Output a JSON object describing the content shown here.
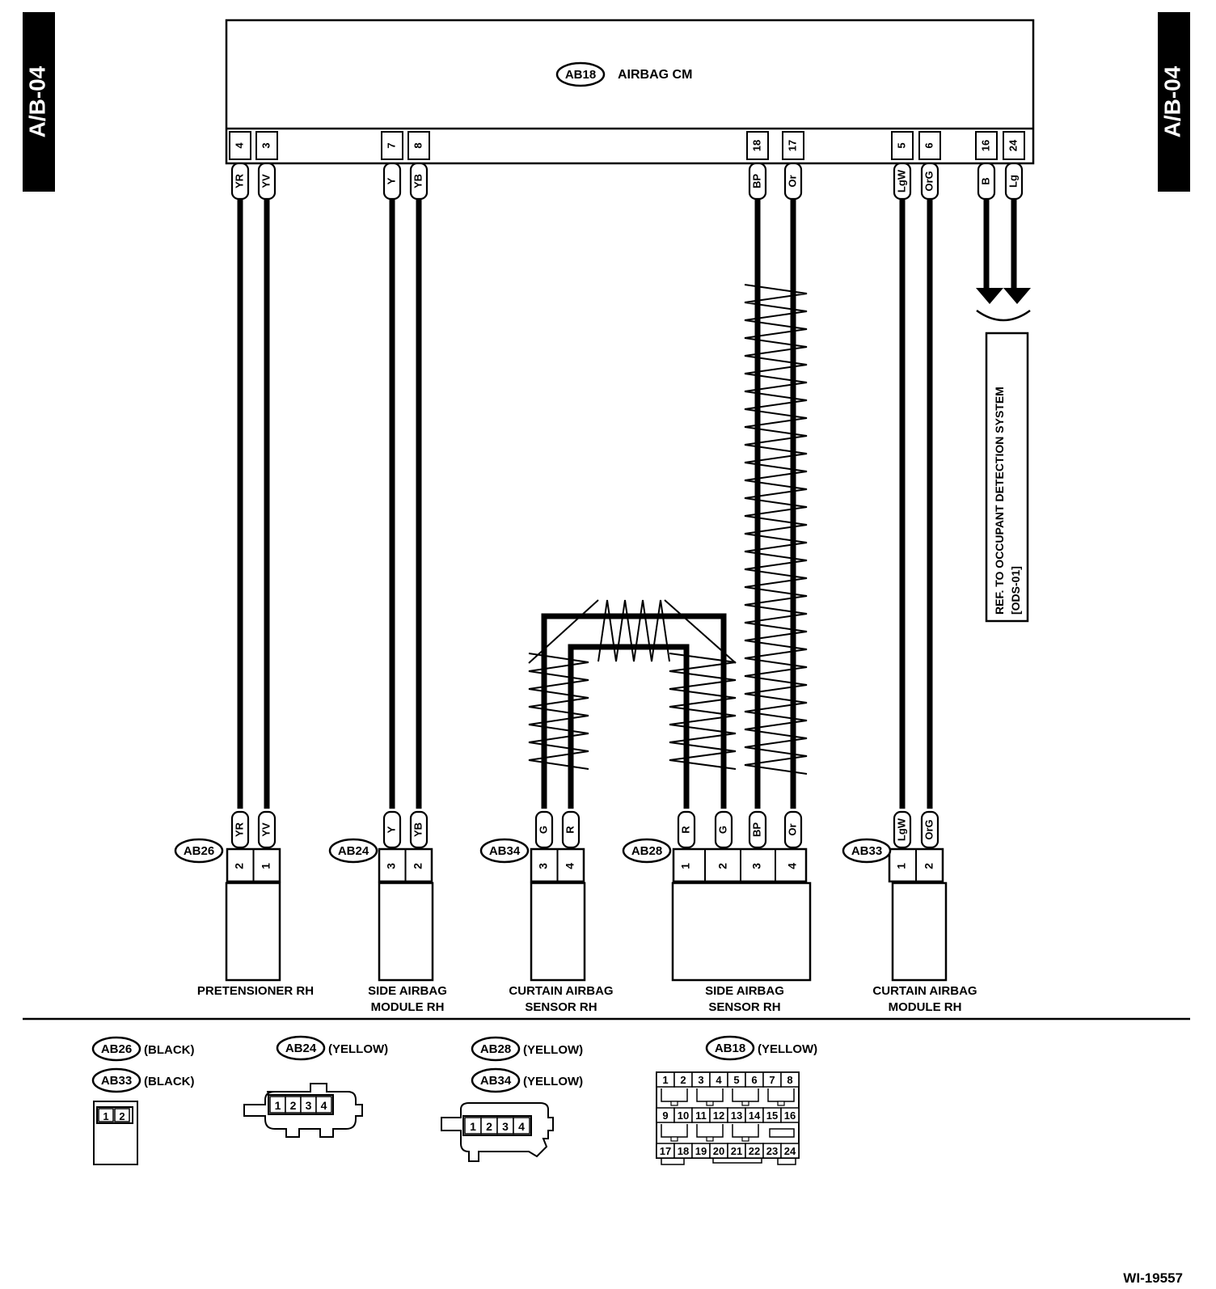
{
  "side_tab": "A/B-04",
  "figure_id": "WI-19557",
  "airbag_cm": {
    "connector": "AB18",
    "title": "AIRBAG CM",
    "pins": [
      {
        "pin": "4",
        "wire": "YR"
      },
      {
        "pin": "3",
        "wire": "YV"
      },
      {
        "pin": "7",
        "wire": "Y"
      },
      {
        "pin": "8",
        "wire": "YB"
      },
      {
        "pin": "18",
        "wire": "BP"
      },
      {
        "pin": "17",
        "wire": "Or"
      },
      {
        "pin": "5",
        "wire": "LgW"
      },
      {
        "pin": "6",
        "wire": "OrG"
      },
      {
        "pin": "16",
        "wire": "B"
      },
      {
        "pin": "24",
        "wire": "Lg"
      }
    ]
  },
  "reference": {
    "line1": "REF. TO OCCUPANT DETECTION SYSTEM",
    "line2": "[ODS-01]"
  },
  "components": [
    {
      "connector": "AB26",
      "name_lines": [
        "PRETENSIONER RH"
      ],
      "pins": [
        {
          "pin": "2",
          "wire": "YR"
        },
        {
          "pin": "1",
          "wire": "YV"
        }
      ]
    },
    {
      "connector": "AB24",
      "name_lines": [
        "SIDE AIRBAG",
        "MODULE RH"
      ],
      "pins": [
        {
          "pin": "3",
          "wire": "Y"
        },
        {
          "pin": "2",
          "wire": "YB"
        }
      ]
    },
    {
      "connector": "AB34",
      "name_lines": [
        "CURTAIN AIRBAG",
        "SENSOR RH"
      ],
      "pins": [
        {
          "pin": "3",
          "wire": "G"
        },
        {
          "pin": "4",
          "wire": "R"
        }
      ]
    },
    {
      "connector": "AB28",
      "name_lines": [
        "SIDE AIRBAG",
        "SENSOR RH"
      ],
      "pins": [
        {
          "pin": "1",
          "wire": "R"
        },
        {
          "pin": "2",
          "wire": "G"
        },
        {
          "pin": "3",
          "wire": "BP"
        },
        {
          "pin": "4",
          "wire": "Or"
        }
      ]
    },
    {
      "connector": "AB33",
      "name_lines": [
        "CURTAIN AIRBAG",
        "MODULE RH"
      ],
      "pins": [
        {
          "pin": "1",
          "wire": "LgW"
        },
        {
          "pin": "2",
          "wire": "OrG"
        }
      ]
    }
  ],
  "legend": [
    {
      "connector": "AB26",
      "color": "(BLACK)"
    },
    {
      "connector": "AB33",
      "color": "(BLACK)"
    },
    {
      "connector": "AB24",
      "color": "(YELLOW)"
    },
    {
      "connector": "AB28",
      "color": "(YELLOW)"
    },
    {
      "connector": "AB34",
      "color": "(YELLOW)"
    },
    {
      "connector": "AB18",
      "color": "(YELLOW)"
    }
  ],
  "connector_faces": {
    "two_pin": [
      "1",
      "2"
    ],
    "four_pin": [
      "1",
      "2",
      "3",
      "4"
    ],
    "ab18_pins": [
      "1",
      "2",
      "3",
      "4",
      "5",
      "6",
      "7",
      "8",
      "9",
      "10",
      "11",
      "12",
      "13",
      "14",
      "15",
      "16",
      "17",
      "18",
      "19",
      "20",
      "21",
      "22",
      "23",
      "24"
    ]
  }
}
